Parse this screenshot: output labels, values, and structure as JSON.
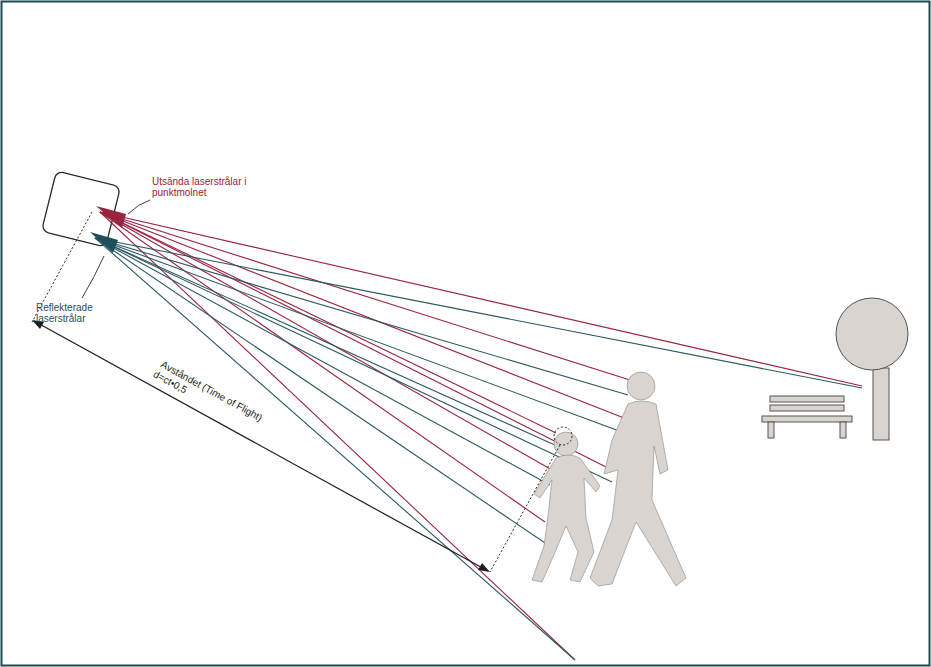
{
  "diagram": {
    "labels": [
      "Utsända laserstrålar i punktmolnet",
      "Reflekterade laserstrålar",
      "Avståndet (Time of Flight)",
      "d=ct•0,5"
    ]
  }
}
